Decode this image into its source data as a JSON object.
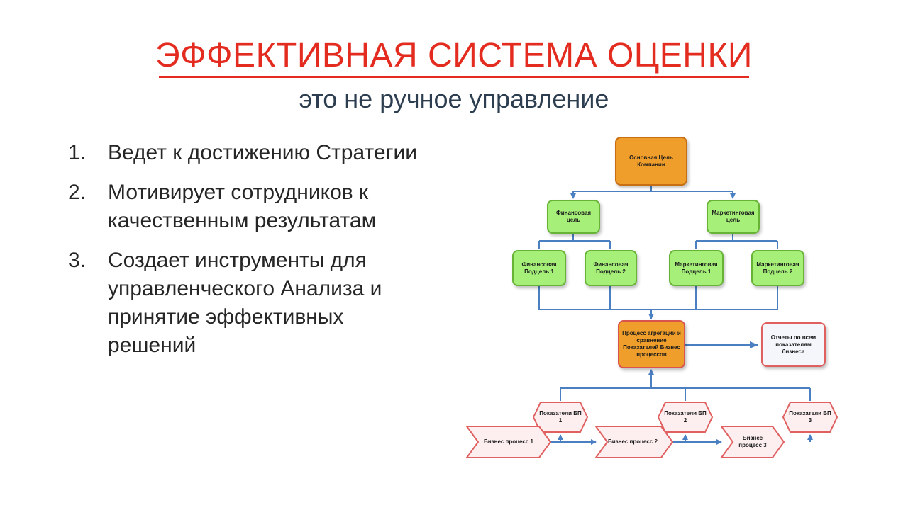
{
  "header": {
    "title": "ЭФФЕКТИВНАЯ СИСТЕМА ОЦЕНКИ",
    "subtitle": "это не ручное управление"
  },
  "list": [
    {
      "num": "1.",
      "text": "Ведет к достижению Стратегии"
    },
    {
      "num": "2.",
      "text": "Мотивирует сотрудников к качественным результатам"
    },
    {
      "num": "3.",
      "text": "Создает инструменты для управленческого Анализа и принятие эффективных решений"
    }
  ],
  "diagram": {
    "main_goal": "Основная Цель Компании",
    "fin_goal": "Финансовая цель",
    "mkt_goal": "Маркетинговая цель",
    "fin_sub1": "Финансовая Подцель 1",
    "fin_sub2": "Финансовая Подцель 2",
    "mkt_sub1": "Маркетинговая Подцель 1",
    "mkt_sub2": "Маркетинговая Подцель 2",
    "process": "Процесс агрегации и сравнение Показателей Бизнес процессов",
    "reports": "Отчеты по всем показателям бизнеса",
    "ind1": "Показатели БП 1",
    "ind2": "Показатели БП 2",
    "ind3": "Показатели БП 3",
    "bp1": "Бизнес процесс 1",
    "bp2": "Бизнес процесс 2",
    "bp3": "Бизнес процесс 3"
  },
  "colors": {
    "title": "#e32b1f",
    "subtitle": "#2c3e50",
    "connector": "#4a7fc1",
    "orange_fill": "#ef9e2b",
    "green_fill": "#a6f07a",
    "report_border": "#e06060",
    "process_border": "#d9534f"
  }
}
